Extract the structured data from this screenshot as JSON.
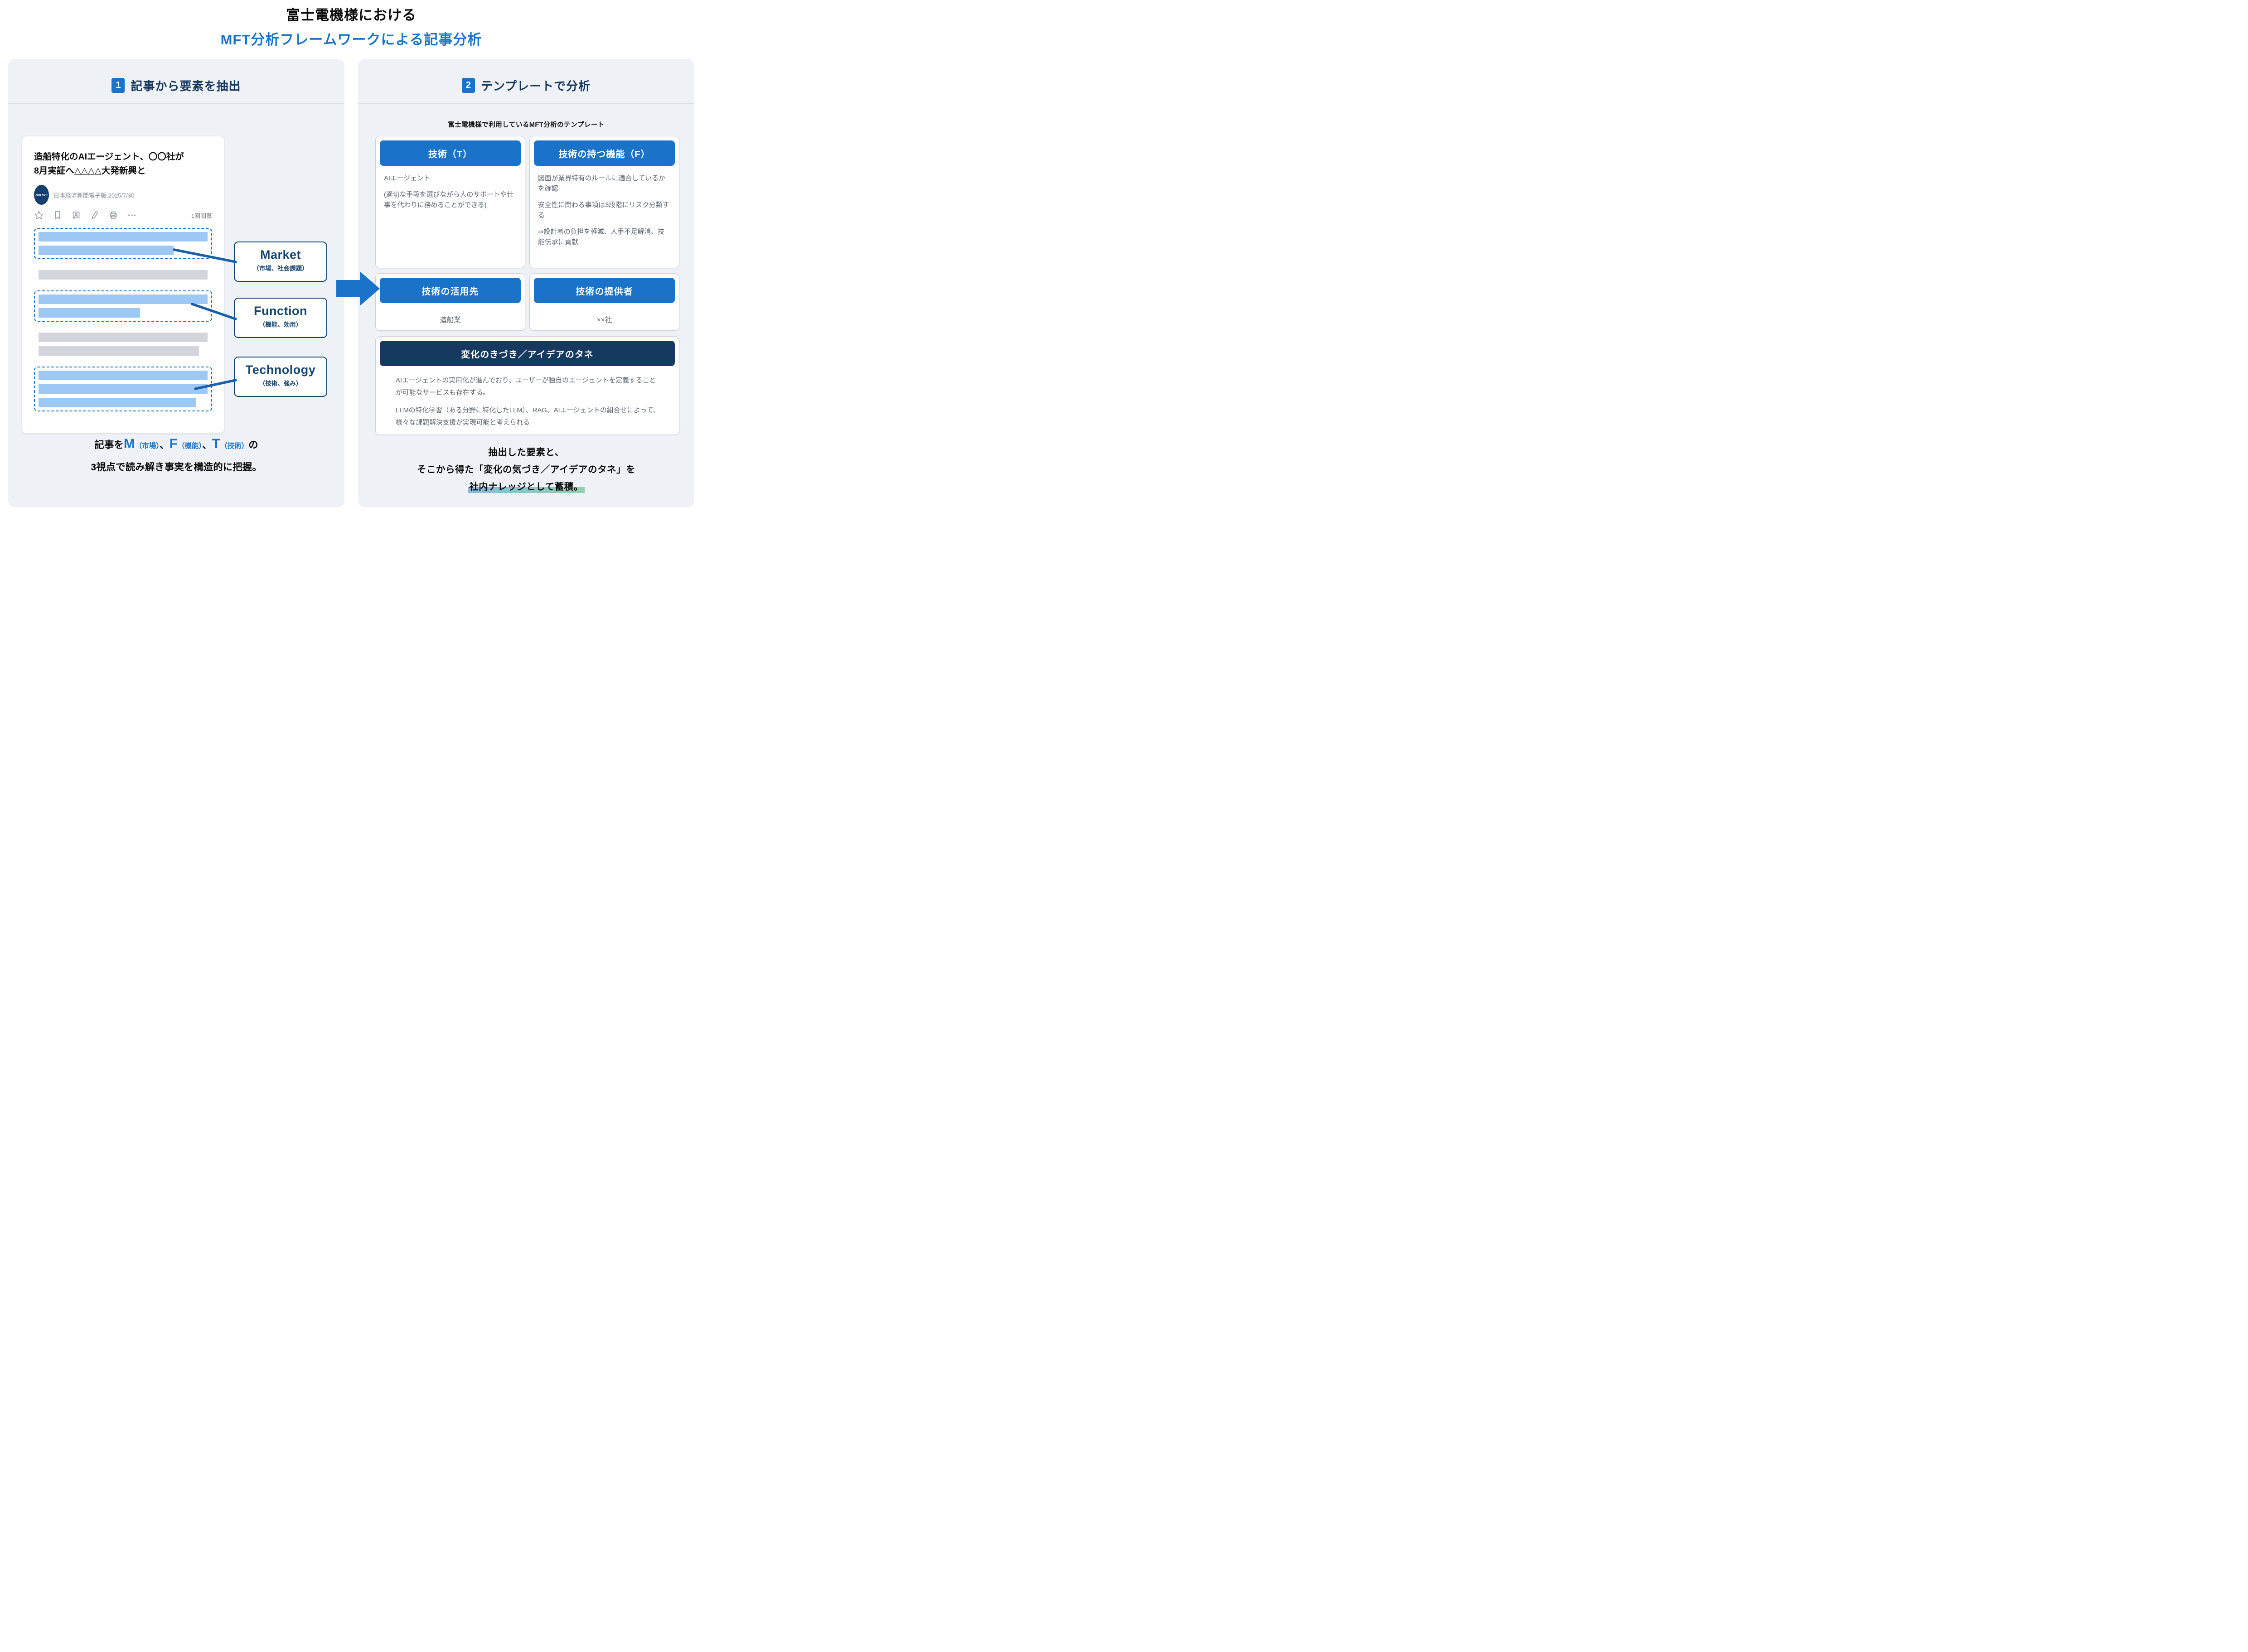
{
  "title": {
    "line1": "富士電機様における",
    "line2": "MFT分析フレームワークによる記事分析"
  },
  "colors": {
    "accent_blue": "#1a73c8",
    "dark_navy_header": "#17395f",
    "label_navy": "#17456e",
    "connector_blue": "#1a5fa8",
    "highlight_bar_blue": "#9dc8f6",
    "text_bar_gray": "#d2d6dc",
    "panel_background": "#eef1f6",
    "nikkei_navy": "#14406d",
    "underline_gradient_start": "#8ab8dc",
    "underline_gradient_end": "#93cfae"
  },
  "left_panel": {
    "step_number": "1",
    "heading": "記事から要素を抽出",
    "article": {
      "headline": "造船特化のAIエージェント、〇〇社が\n8月実証へ△△△△大発新興と",
      "source_logo": "NIKKEI",
      "source_meta": "日本経済新聞電子版 2025/7/30",
      "view_count": "1回閲覧",
      "body_groups": [
        {
          "type": "highlight",
          "label": "Market",
          "bars": [
            100,
            80
          ]
        },
        {
          "type": "plain",
          "bars": [
            100
          ]
        },
        {
          "type": "highlight",
          "label": "Function",
          "bars": [
            100,
            60
          ]
        },
        {
          "type": "plain",
          "bars": [
            100,
            95
          ]
        },
        {
          "type": "highlight",
          "label": "Technology",
          "bars": [
            100,
            100,
            93
          ]
        }
      ]
    },
    "labels": [
      {
        "en": "Market",
        "ja": "（市場、社会課題）"
      },
      {
        "en": "Function",
        "ja": "（機能、効用）"
      },
      {
        "en": "Technology",
        "ja": "（技術、強み）"
      }
    ],
    "caption": {
      "prefix": "記事を",
      "m": "M",
      "m_note": "（市場）",
      "sep1": "、",
      "f": "F",
      "f_note": "（機能）",
      "sep2": "、",
      "t": "T",
      "t_note": "（技術）",
      "suffix": "の",
      "line2": "3視点で読み解き事実を構造的に把握。"
    }
  },
  "right_panel": {
    "step_number": "2",
    "heading": "テンプレートで分析",
    "caption": "富士電機様で利用しているMFT分析のテンプレート",
    "cells": {
      "technology": {
        "header": "技術（T）",
        "body1": "AIエージェント",
        "body2": "(適切な手段を選びながら人のサポートや仕事を代わりに務めることができる)"
      },
      "function": {
        "header": "技術の持つ機能（F）",
        "body1": "図面が業界特有のルールに適合しているかを確認",
        "body2": "安全性に関わる事項は3段階にリスク分類する",
        "body3": "⇒設計者の負担を軽減、人手不足解消、技能伝承に貢献"
      },
      "application": {
        "header": "技術の活用先",
        "body": "造船業"
      },
      "provider": {
        "header": "技術の提供者",
        "body": "××社"
      },
      "insight": {
        "header": "変化のきづき／アイデアのタネ",
        "body1": "AIエージェントの実用化が進んでおり、ユーザーが独自のエージェントを定義することが可能なサービスも存在する。",
        "body2": "LLMの特化学習（ある分野に特化したLLM）、RAG、AIエージェントの組合せによって、様々な課題解決支援が実現可能と考えられる"
      }
    },
    "summary": {
      "line1": "抽出した要素と、",
      "line2": "そこから得た「変化の気づき／アイデアのタネ」を",
      "line3": "社内ナレッジとして蓄積。"
    }
  }
}
